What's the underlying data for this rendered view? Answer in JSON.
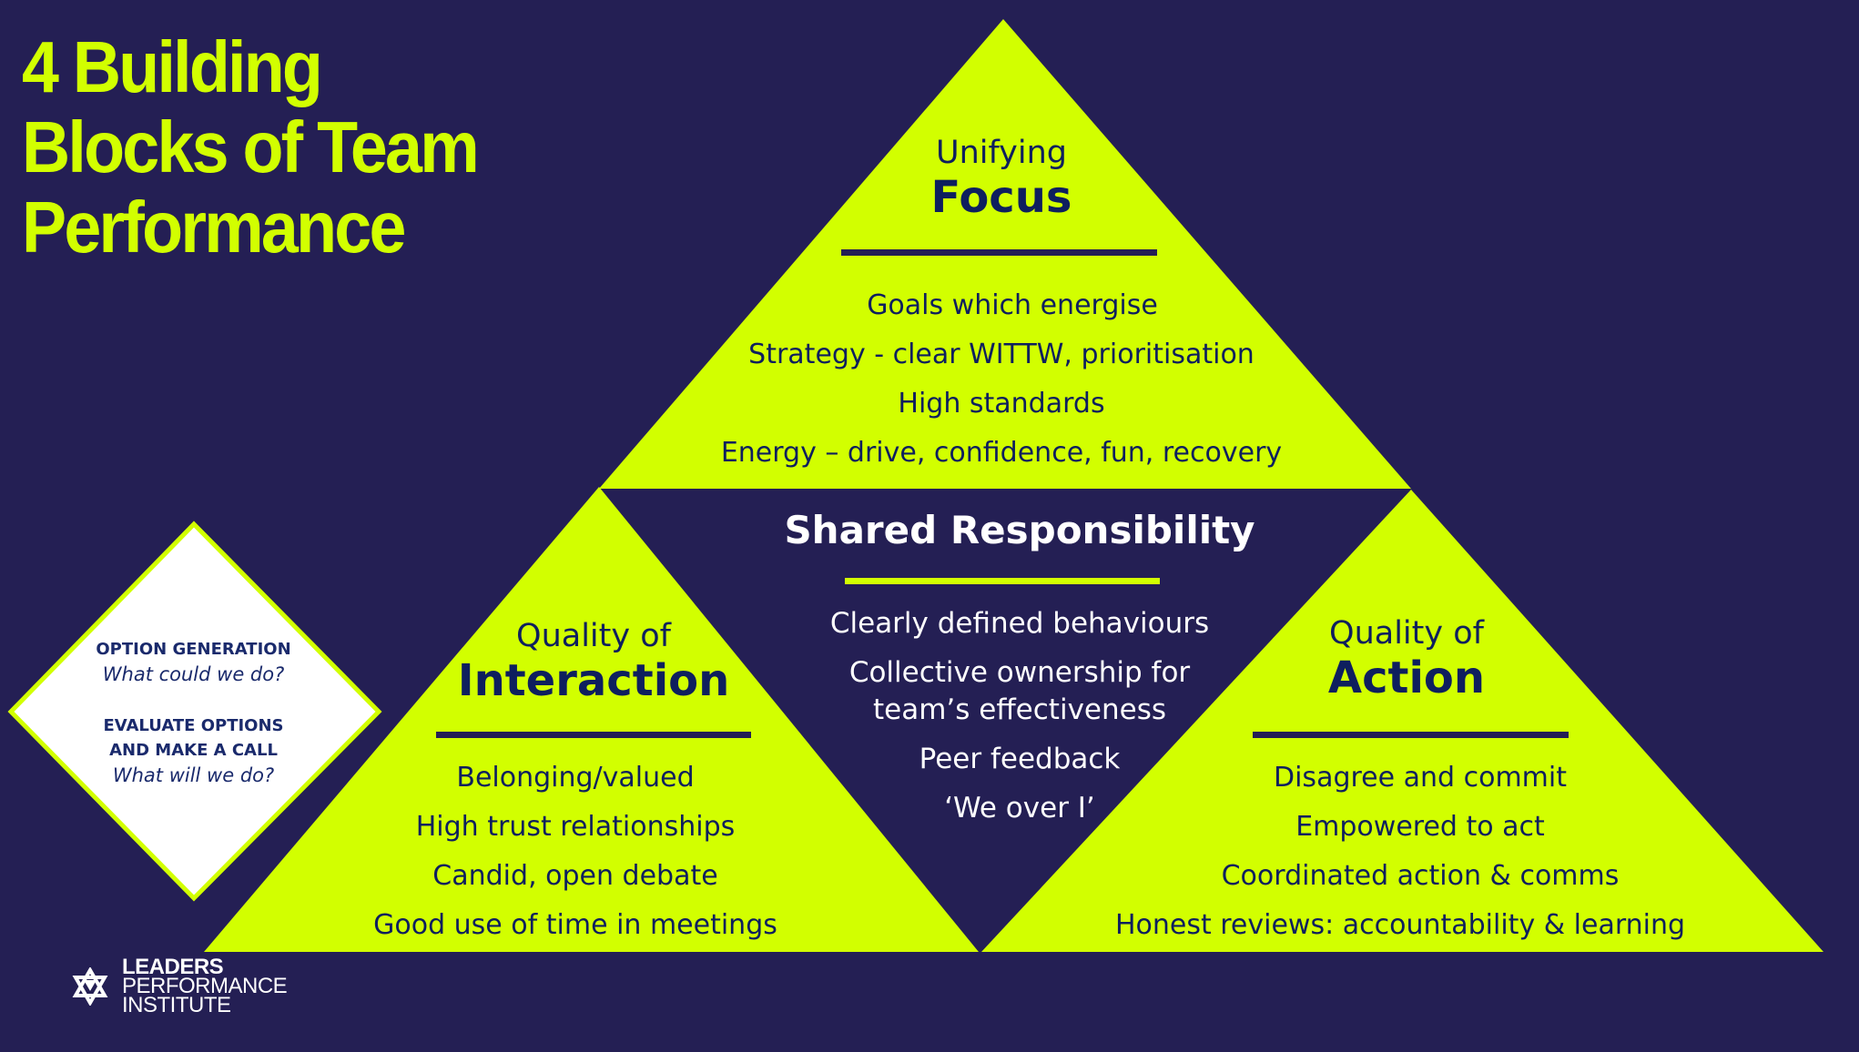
{
  "colors": {
    "background": "#241f54",
    "accent": "#d2ff00",
    "dark_text": "#0e1f5e",
    "light_text": "#ffffff",
    "diamond_fill": "#ffffff"
  },
  "title": {
    "lines": [
      "4 Building",
      "Blocks of Team",
      "Performance"
    ]
  },
  "blocks": {
    "focus": {
      "subtitle": "Unifying",
      "heading": "Focus",
      "items": [
        "Goals which energise",
        "Strategy - clear WITTW, prioritisation",
        "High standards",
        "Energy – drive, confidence, fun, recovery"
      ]
    },
    "interaction": {
      "subtitle": "Quality of",
      "heading": "Interaction",
      "items": [
        "Belonging/valued",
        "High trust relationships",
        "Candid, open debate",
        "Good use of time in meetings"
      ]
    },
    "action": {
      "subtitle": "Quality of",
      "heading": "Action",
      "items": [
        "Disagree and commit",
        "Empowered to act",
        "Coordinated action & comms",
        "Honest reviews: accountability & learning"
      ]
    },
    "shared": {
      "heading": "Shared Responsibility",
      "items": [
        "Clearly defined behaviours",
        "Collective ownership for",
        "team’s effectiveness",
        "Peer feedback",
        "‘We over I’"
      ]
    }
  },
  "decision_diamond": {
    "step1_heading": "OPTION GENERATION",
    "step1_question": "What could we do?",
    "step2_heading_line1": "EVALUATE OPTIONS",
    "step2_heading_line2": "AND MAKE A CALL",
    "step2_question": "What will we do?"
  },
  "logo": {
    "icon": "star-knot-icon",
    "line1": "LEADERS",
    "line2": "PERFORMANCE",
    "line3": "INSTITUTE"
  }
}
